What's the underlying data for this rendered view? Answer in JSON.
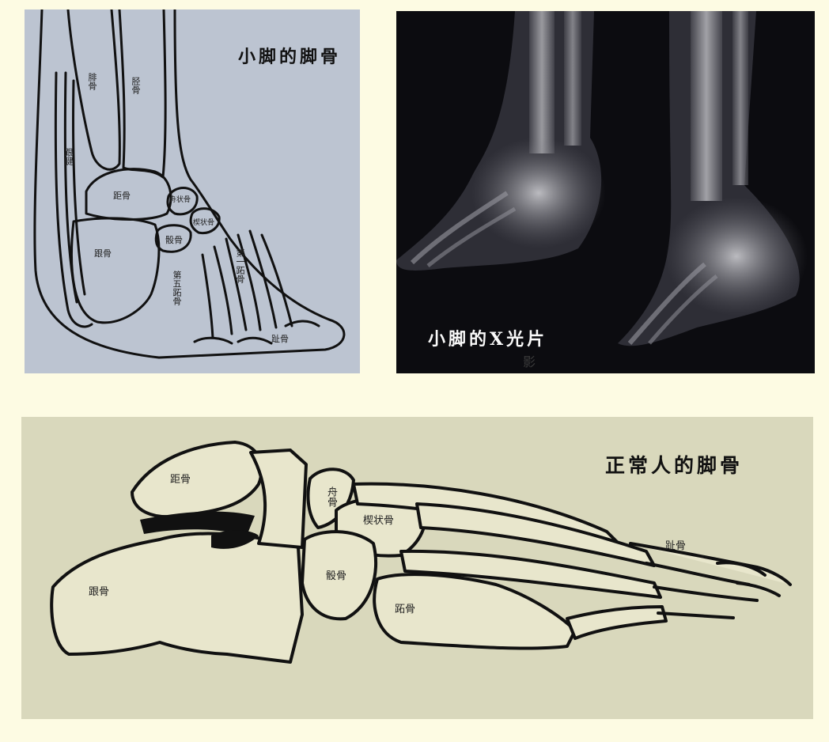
{
  "bound_foot_diagram": {
    "title": "小脚的脚骨",
    "labels": {
      "tibia": "胫骨",
      "fibula": "腓骨",
      "achilles": "跟腱",
      "talus": "距骨",
      "calcaneus": "跟骨",
      "navicular": "舟状骨",
      "cuboid": "骰骨",
      "cuneiform": "楔状骨",
      "metatarsal_1": "第一跖骨",
      "metatarsal_5": "第五跖骨",
      "phalanges": "趾骨"
    }
  },
  "xray_photo": {
    "caption": "小脚的X光片",
    "faint_text": "影"
  },
  "normal_foot_diagram": {
    "title": "正常人的脚骨",
    "labels": {
      "talus": "距骨",
      "navicular": "舟骨",
      "cuneiform": "楔状骨",
      "cuboid": "骰骨",
      "calcaneus": "跟骨",
      "metatarsal": "跖骨",
      "phalanges": "趾骨"
    }
  },
  "colors": {
    "page_background": "#fdfbe3",
    "bound_foot_panel": "#bcc4d1",
    "xray_panel": "#0c0c10",
    "normal_foot_panel": "#d9d8bc",
    "line": "#111111"
  }
}
